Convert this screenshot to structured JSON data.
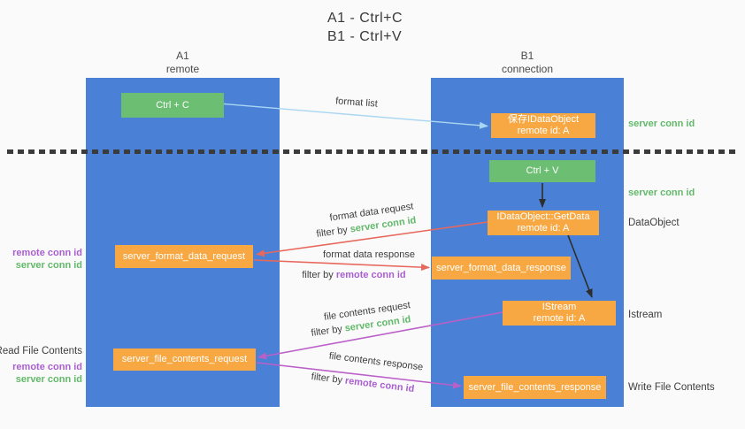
{
  "title": {
    "line1": "A1 - Ctrl+C",
    "line2": "B1 - Ctrl+V"
  },
  "columns": {
    "left": {
      "name": "A1",
      "subtitle": "remote"
    },
    "right": {
      "name": "B1",
      "subtitle": "connection"
    }
  },
  "nodes": {
    "ctrl_c": {
      "label": "Ctrl + C"
    },
    "ctrl_v": {
      "label": "Ctrl + V"
    },
    "save_idataobject": {
      "line1": "保存IDataObject",
      "line2": "remote id: A"
    },
    "idataobject_getdata": {
      "line1": "IDataObject::GetData",
      "line2": "remote id: A"
    },
    "istream": {
      "line1": "IStream",
      "line2": "remote id: A"
    },
    "server_format_data_request": {
      "label": "server_format_data_request"
    },
    "server_format_data_response": {
      "label": "server_format_data_response"
    },
    "server_file_contents_request": {
      "label": "server_file_contents_request"
    },
    "server_file_contents_response": {
      "label": "server_file_contents_response"
    }
  },
  "edge_labels": {
    "format_list": "format list",
    "format_data_request": "format data request",
    "format_data_response": "format data response",
    "file_contents_request": "file contents request",
    "file_contents_response": "file contents response",
    "filter_by": "filter by",
    "server_conn_id": "server conn id",
    "remote_conn_id": "remote conn id"
  },
  "left_labels": {
    "format_remote_conn_id": "remote conn id",
    "format_server_conn_id": "server conn id",
    "read_file_contents": "Read File Contents",
    "file_remote_conn_id": "remote conn id",
    "file_server_conn_id": "server conn id"
  },
  "right_labels": {
    "server_conn_id_top": "server conn id",
    "server_conn_id_mid": "server conn id",
    "dataobject": "DataObject",
    "istream": "Istream",
    "write_file_contents": "Write File Contents"
  },
  "colors": {
    "lifeline_blue": "#4a80d5",
    "node_green": "#6cbe72",
    "node_orange": "#f7a843",
    "arrow_light_blue": "#a9d6f2",
    "arrow_red": "#e7685d",
    "arrow_magenta": "#bb5fc9",
    "arrow_black": "#2d2d2d",
    "text_green": "#62b96a",
    "text_purple": "#a95fd0",
    "text_dark": "#3d3d3d"
  }
}
